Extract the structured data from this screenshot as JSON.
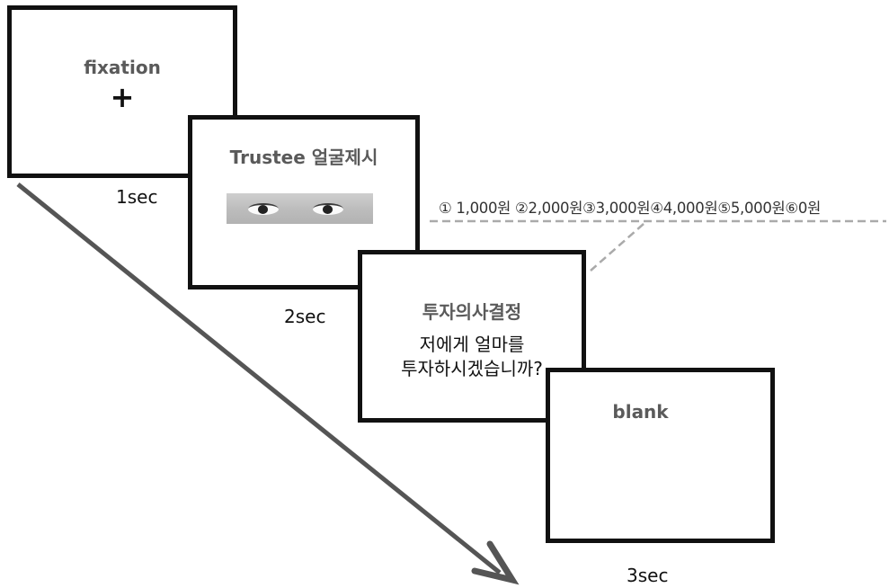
{
  "frames": {
    "fixation": {
      "title": "fixation",
      "symbol": "+"
    },
    "face": {
      "title": "Trustee 얼굴제시",
      "image": "eyes-photo"
    },
    "decision": {
      "title": "투자의사결정",
      "line1": "저에게 얼마를",
      "line2": "투자하시겠습니까?"
    },
    "blank": {
      "title": "blank"
    }
  },
  "durations": {
    "fixation": "1sec",
    "face": "2sec",
    "blank": "3sec"
  },
  "options": "① 1,000원 ②2,000원③3,000원④4,000원⑤5,000원⑥0원",
  "colors": {
    "frame_border": "#111111",
    "title_text": "#5a5a5a",
    "arrow": "#555555",
    "dashed_line": "#aaaaaa"
  }
}
